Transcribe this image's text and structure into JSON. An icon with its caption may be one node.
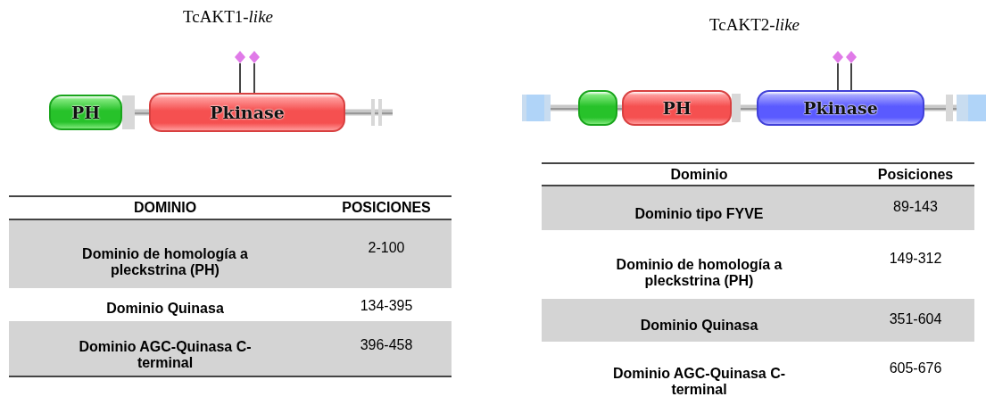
{
  "diagram": {
    "nodes": [
      {
        "text": [
          "PH"
        ]
      },
      {
        "text": [
          "Pkinase"
        ]
      },
      {
        "text": [],
        "shape": "box"
      },
      {
        "text": [
          "PH"
        ]
      },
      {
        "text": [
          "Pkinase"
        ]
      }
    ],
    "labels": [
      "TcAKT1-*like*",
      "TcAKT2-*like*",
      "DOMINIO",
      "POSICIONES",
      "Dominio de homología a pleckstrina (PH)",
      "2-100",
      "Dominio Quinasa",
      "134-395",
      "Dominio AGC-Quinasa C-terminal",
      "396-458",
      "Dominio",
      "Posiciones",
      "Dominio tipo FYVE",
      "89-143",
      "Dominio de homología a pleckstrina (PH)",
      "149-312",
      "Dominio Quinasa",
      "351-604",
      "Dominio AGC-Quinasa C-terminal",
      "605-676"
    ]
  }
}
